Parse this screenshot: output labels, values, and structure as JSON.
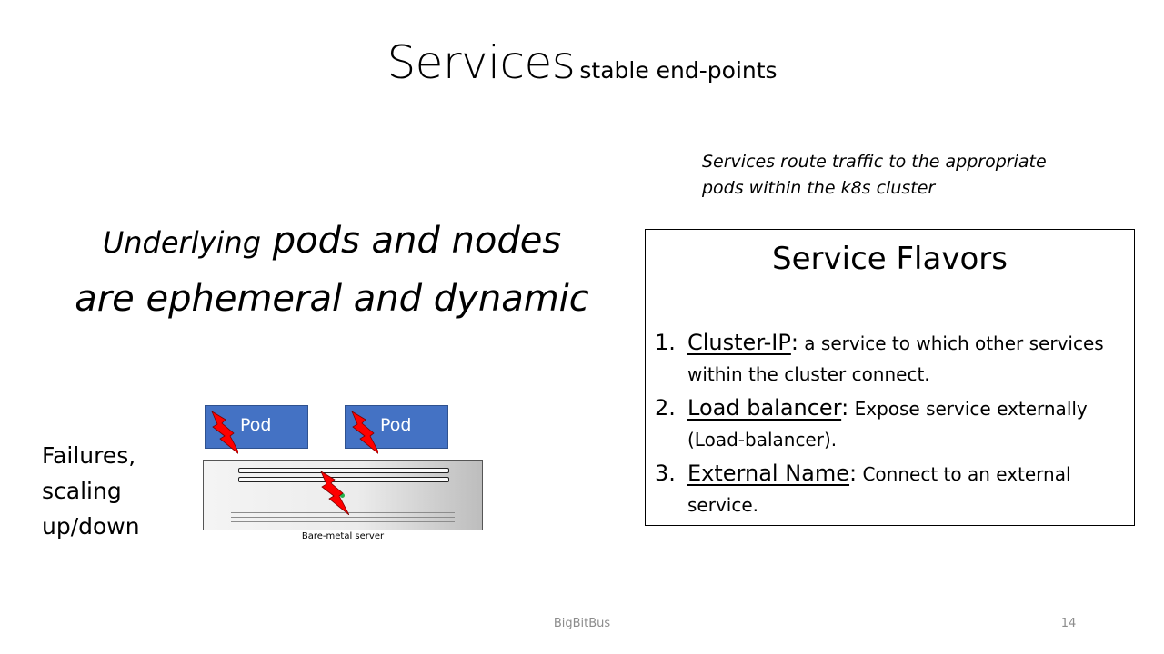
{
  "slide": {
    "title": "Services",
    "subtitle": "stable end-points",
    "route_note": "Services route traffic to the appropriate pods within the k8s cluster",
    "ephemeral": {
      "part1": "Underlying",
      "part2": " pods and nodes",
      "line2": "are ephemeral and  dynamic"
    },
    "failures": [
      "Failures,",
      "scaling",
      "up/down"
    ],
    "diagram": {
      "pods": [
        {
          "label": "Pod",
          "icon": "lightning-bolt-icon"
        },
        {
          "label": "Pod",
          "icon": "lightning-bolt-icon"
        }
      ],
      "server_label": "Bare-metal server",
      "server_icon": "lightning-bolt-icon",
      "pod_color": "#4472c4",
      "bolt_color": "#ff0000"
    },
    "flavors": {
      "heading": "Service Flavors",
      "items": [
        {
          "number": "1.",
          "name": "Cluster-IP",
          "colon": ":",
          "description": "  a service to which other services within the cluster connect."
        },
        {
          "number": "2.",
          "name": "Load balancer",
          "colon": ":",
          "description": " Expose service externally (Load-balancer)."
        },
        {
          "number": "3.",
          "name": "External Name",
          "colon": ":",
          "description": " Connect to an external service."
        }
      ]
    },
    "footer": {
      "center": "BigBitBus",
      "page_number": "14"
    }
  }
}
